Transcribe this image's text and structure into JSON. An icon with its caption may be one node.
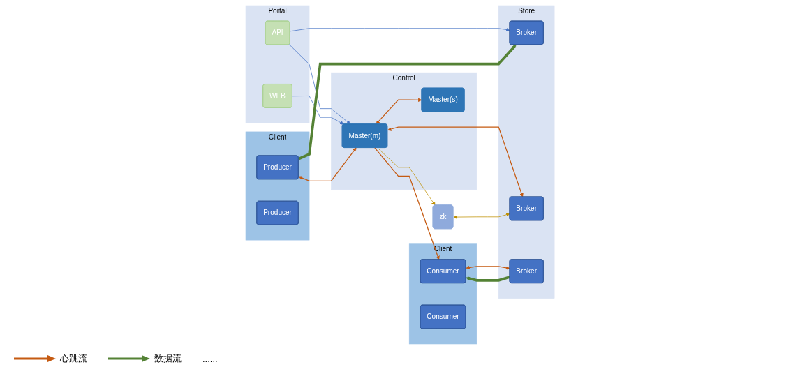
{
  "diagram": {
    "nodes": [
      {
        "text": [
          "Portal"
        ]
      },
      {
        "text": [
          "API"
        ],
        "in": 0
      },
      {
        "text": [
          "WEB"
        ],
        "in": 0
      },
      {
        "text": [
          "Client"
        ]
      },
      {
        "text": [
          "Producer"
        ],
        "in": 3
      },
      {
        "text": [
          "Producer"
        ],
        "in": 3
      },
      {
        "text": [
          "Control"
        ]
      },
      {
        "text": [
          "Master(m)"
        ],
        "in": 6
      },
      {
        "text": [
          "Master(s)"
        ],
        "in": 6
      },
      {
        "text": [
          "zk"
        ]
      },
      {
        "text": [
          "Store"
        ]
      },
      {
        "text": [
          "Broker"
        ],
        "in": 10
      },
      {
        "text": [
          "Broker"
        ],
        "in": 10
      },
      {
        "text": [
          "Broker"
        ],
        "in": 10
      },
      {
        "text": [
          "Client"
        ]
      },
      {
        "text": [
          "Consumer"
        ],
        "in": 14
      },
      {
        "text": [
          "Consumer"
        ],
        "in": 14
      }
    ],
    "edges": [
      {
        "from": 1,
        "to": 7,
        "arrow": "to",
        "color": "#4472c4"
      },
      {
        "from": 1,
        "to": 11,
        "arrow": "to",
        "color": "#4472c4"
      },
      {
        "from": 2,
        "to": 7,
        "arrow": "to",
        "color": "#4472c4"
      },
      {
        "from": 4,
        "to": 7,
        "arrow": "both"
      },
      {
        "from": 7,
        "to": 8,
        "arrow": "both"
      },
      {
        "from": 7,
        "to": 15,
        "arrow": "to"
      },
      {
        "from": 7,
        "to": 12,
        "arrow": "both"
      },
      {
        "from": 7,
        "to": 9,
        "arrow": "to",
        "color": "#bf9000"
      },
      {
        "from": 9,
        "to": 12,
        "arrow": "both",
        "color": "#bf9000"
      },
      {
        "from": 4,
        "to": 11,
        "arrow": "to",
        "style": "thick",
        "color": "#548235"
      },
      {
        "from": 13,
        "to": 15,
        "arrow": "to",
        "style": "thick",
        "color": "#548235"
      },
      {
        "from": 15,
        "to": 13,
        "arrow": "both"
      }
    ],
    "labels": [
      "......"
    ],
    "legend": [
      {
        "text": "心跳流"
      },
      {
        "text": "数据流"
      }
    ]
  }
}
